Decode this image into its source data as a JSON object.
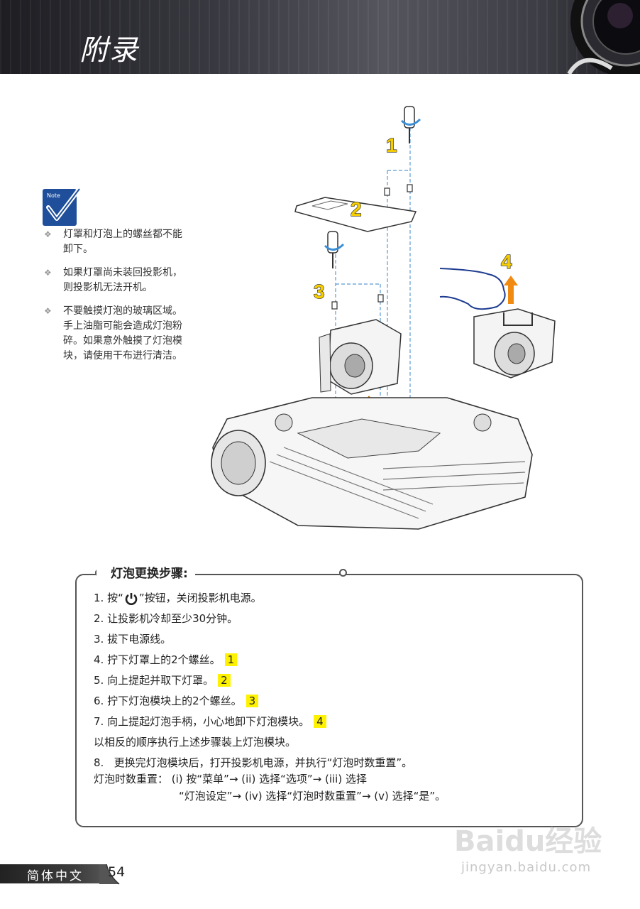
{
  "header": {
    "title": "附录"
  },
  "note": {
    "label": "Note",
    "items": [
      "灯罩和灯泡上的螺丝都不能卸下。",
      "如果灯罩尚未装回投影机，则投影机无法开机。",
      "不要触摸灯泡的玻璃区域。 手上油脂可能会造成灯泡粉碎。如果意外触摸了灯泡模块，请使用干布进行清洁。"
    ]
  },
  "diagram": {
    "markers": [
      "1",
      "2",
      "3",
      "4"
    ]
  },
  "steps": {
    "title": "灯泡更换步骤:",
    "items": [
      {
        "num": "1.",
        "before": "按“",
        "after": "”按钮，关闭投影机电源。",
        "badge": ""
      },
      {
        "num": "2.",
        "text": "让投影机冷却至少30分钟。",
        "badge": ""
      },
      {
        "num": "3.",
        "text": "拔下电源线。",
        "badge": ""
      },
      {
        "num": "4.",
        "text": "拧下灯罩上的2个螺丝。",
        "badge": "1"
      },
      {
        "num": "5.",
        "text": "向上提起并取下灯罩。",
        "badge": "2"
      },
      {
        "num": "6.",
        "text": "拧下灯泡模块上的2个螺丝。",
        "badge": "3"
      },
      {
        "num": "7.",
        "text": "向上提起灯泡手柄，小心地卸下灯泡模块。",
        "badge": "4"
      }
    ],
    "reverse_note": "以相反的顺序执行上述步骤装上灯泡模块。",
    "step8": {
      "num": "8.",
      "text": "更换完灯泡模块后，打开投影机电源，并执行“灯泡时数重置”。"
    },
    "reset_line1": "灯泡时数重置： (i) 按“菜单”→ (ii) 选择“选项”→ (iii) 选择",
    "reset_line2": "“灯泡设定”→ (iv) 选择“灯泡时数重置”→ (v) 选择“是”。"
  },
  "footer": {
    "language": "简体中文",
    "page_number": "54"
  },
  "watermark": {
    "brand": "Baidu经验",
    "url": "jingyan.baidu.com"
  },
  "colors": {
    "highlight": "#fff200",
    "marker": "#f5cd00",
    "note_icon": "#1f4f9a",
    "arrow": "#f08a10"
  }
}
